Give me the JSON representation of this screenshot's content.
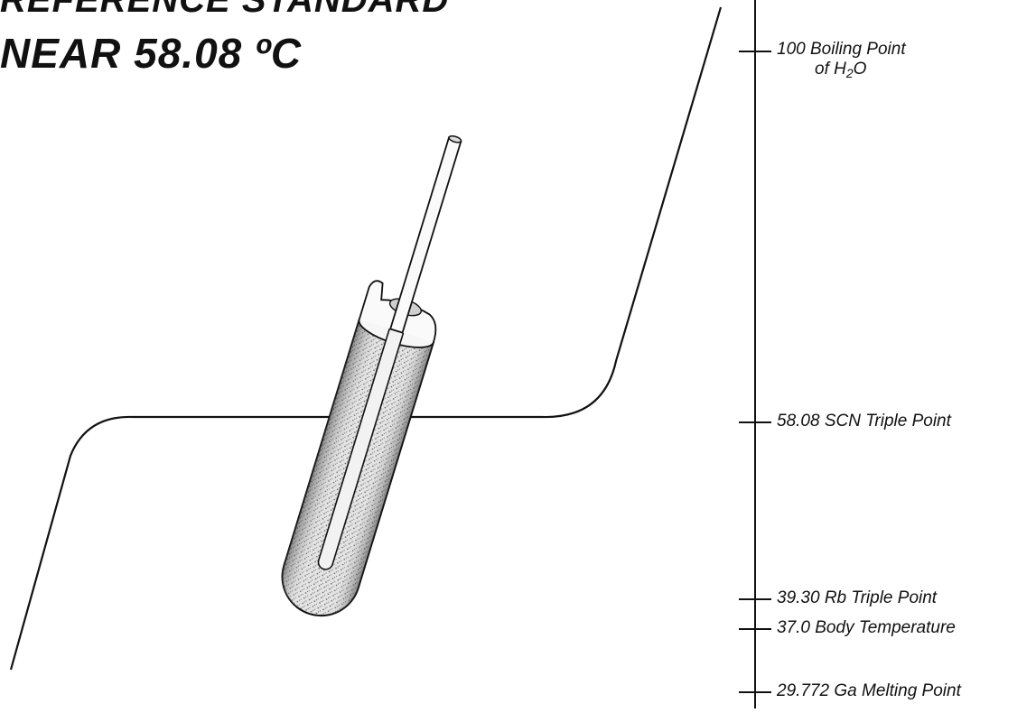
{
  "title": {
    "line1": "REFERENCE STANDARD",
    "line2": "NEAR 58.08 ºC"
  },
  "axis": {
    "ticks": [
      {
        "value": 100,
        "line1": "100 Boiling Point",
        "line2_pre": "of H",
        "line2_sub": "2",
        "line2_post": "O"
      },
      {
        "value": 58.08,
        "label": "58.08 SCN Triple Point"
      },
      {
        "value": 39.3,
        "label": "39.30 Rb Triple Point"
      },
      {
        "value": 37.0,
        "label": "37.0 Body Temperature"
      },
      {
        "value": 29.772,
        "label": "29.772 Ga Melting Point"
      }
    ]
  },
  "colors": {
    "ink": "#111111",
    "background": "#ffffff"
  }
}
